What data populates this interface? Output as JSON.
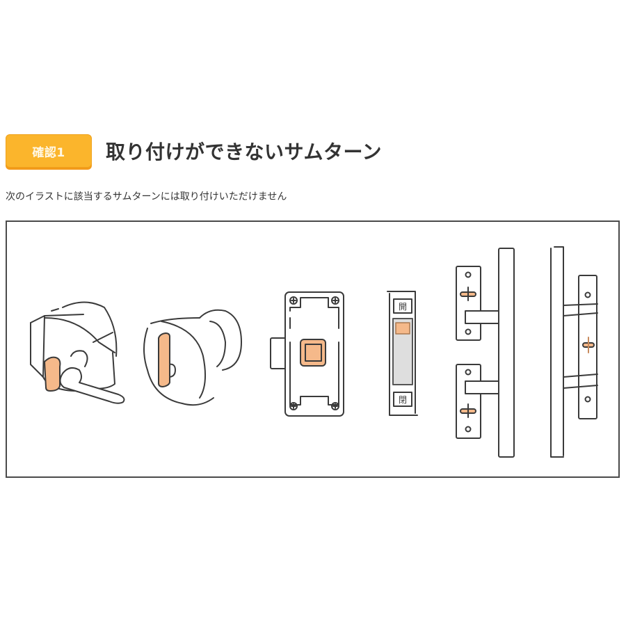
{
  "section": {
    "badge_label": "確認1",
    "title": "取り付けができないサムターン",
    "description": "次のイラストに該当するサムターンには取り付けいただけません"
  },
  "illustrations": {
    "items": [
      {
        "id": "angled-lever-thumbturn",
        "label": "Thumb turn with lever handle on angled housing"
      },
      {
        "id": "knob-thumbturn",
        "label": "Thumb turn inside door knob"
      },
      {
        "id": "rectangular-plate-thumbturn",
        "label": "Square thumb turn on rectangular plate"
      },
      {
        "id": "slide-indicator-lock",
        "label": "Sliding open/close indicator lock",
        "top_text": "開",
        "bottom_text": "閉"
      },
      {
        "id": "bar-handle-front",
        "label": "Bar handle with two mounting plates"
      },
      {
        "id": "bar-handle-side",
        "label": "Bar handle with single long mounting plate"
      }
    ]
  },
  "colors": {
    "badge_bg": "#fbb52c",
    "badge_text": "#fff8e6",
    "accent_highlight": "#f5b98a",
    "line": "#3a3a3a",
    "text": "#333333"
  }
}
